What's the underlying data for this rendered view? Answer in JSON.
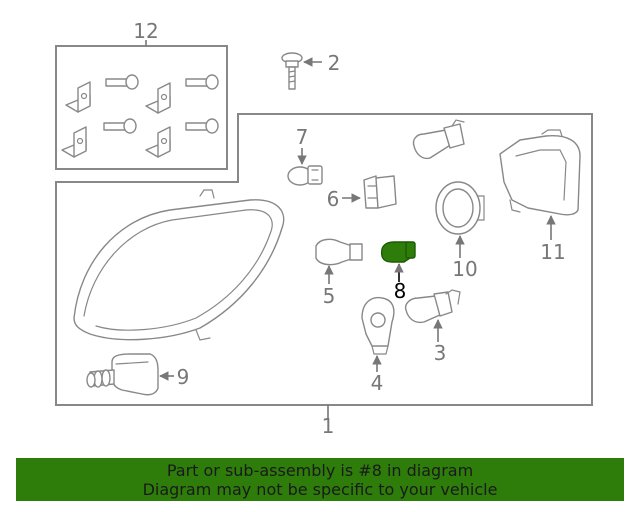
{
  "callouts": {
    "c1": "1",
    "c2": "2",
    "c3": "3",
    "c4": "4",
    "c5": "5",
    "c6": "6",
    "c7": "7",
    "c8": "8",
    "c9": "9",
    "c10": "10",
    "c11": "11",
    "c12": "12"
  },
  "highlight": {
    "part": "8",
    "color": "#2e7d0b"
  },
  "banner": {
    "line1": "Part or sub-assembly is #8 in diagram",
    "line2": "Diagram may not be specific to your vehicle",
    "color": "#2e7d0b"
  }
}
